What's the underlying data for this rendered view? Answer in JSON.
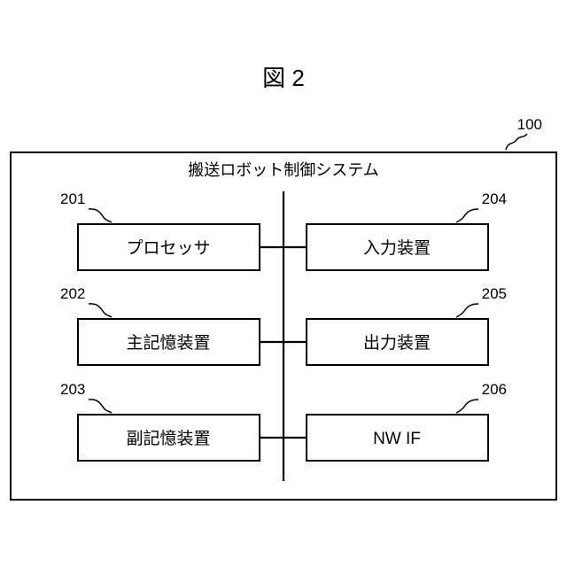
{
  "figure_title": "図 2",
  "system": {
    "ref": "100",
    "title": "搬送ロボット制御システム"
  },
  "components": [
    {
      "ref": "201",
      "label": "プロセッサ"
    },
    {
      "ref": "202",
      "label": "主記憶装置"
    },
    {
      "ref": "203",
      "label": "副記憶装置"
    },
    {
      "ref": "204",
      "label": "入力装置"
    },
    {
      "ref": "205",
      "label": "出力装置"
    },
    {
      "ref": "206",
      "label": "NW IF"
    }
  ]
}
